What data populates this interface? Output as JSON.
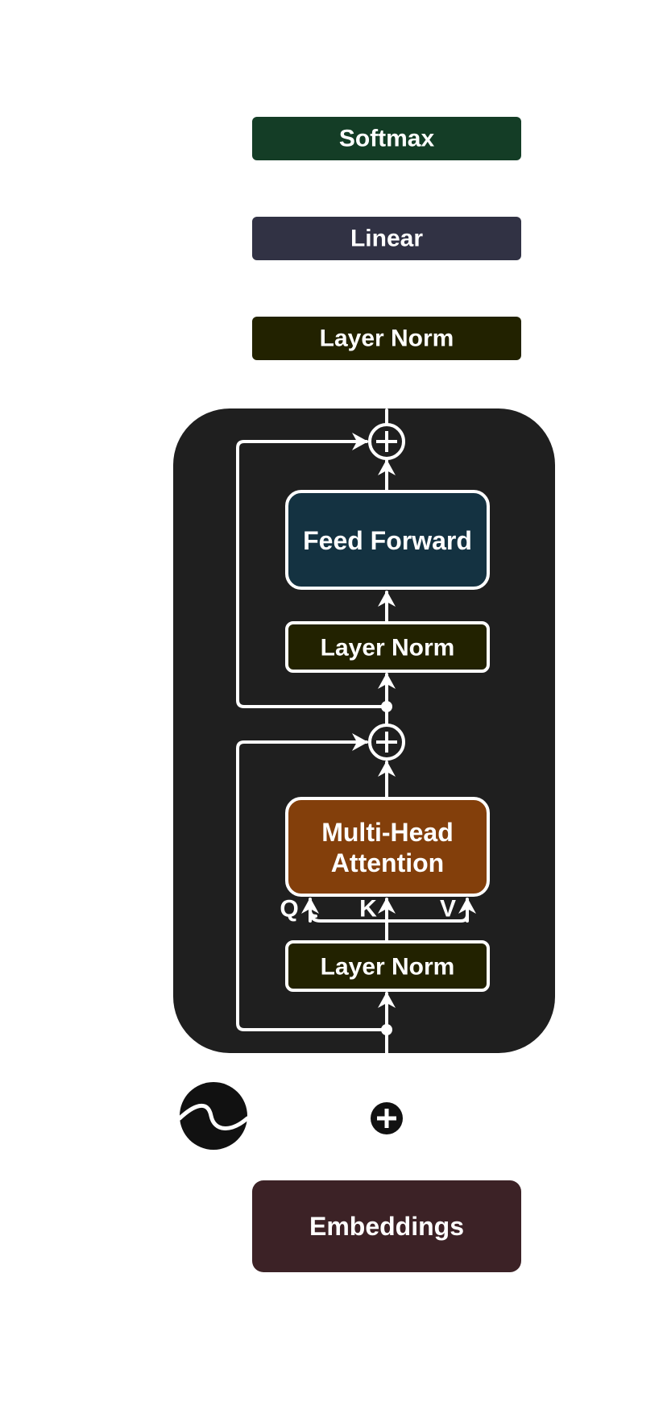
{
  "blocks": {
    "softmax": {
      "label": "Softmax",
      "color": "#143d26"
    },
    "linear": {
      "label": "Linear",
      "color": "#313244"
    },
    "final_norm": {
      "label": "Layer Norm",
      "color": "#222200"
    },
    "feed_forward": {
      "label": "Feed Forward",
      "color": "#143241"
    },
    "norm_ff": {
      "label": "Layer Norm",
      "color": "#222200"
    },
    "attention": {
      "line1": "Multi-Head",
      "line2": "Attention",
      "color": "#833f0b"
    },
    "norm_attn": {
      "label": "Layer Norm",
      "color": "#222200"
    },
    "embeddings": {
      "label": "Embeddings",
      "color": "#3c2226"
    }
  },
  "qkv": {
    "q": "Q",
    "k": "K",
    "v": "V"
  },
  "layer_container_color": "#1f1f1f",
  "icons": {
    "residual_add": "circle-plus-icon",
    "positional_encoding": "sine-wave-icon",
    "embedding_add": "circle-plus-icon"
  }
}
